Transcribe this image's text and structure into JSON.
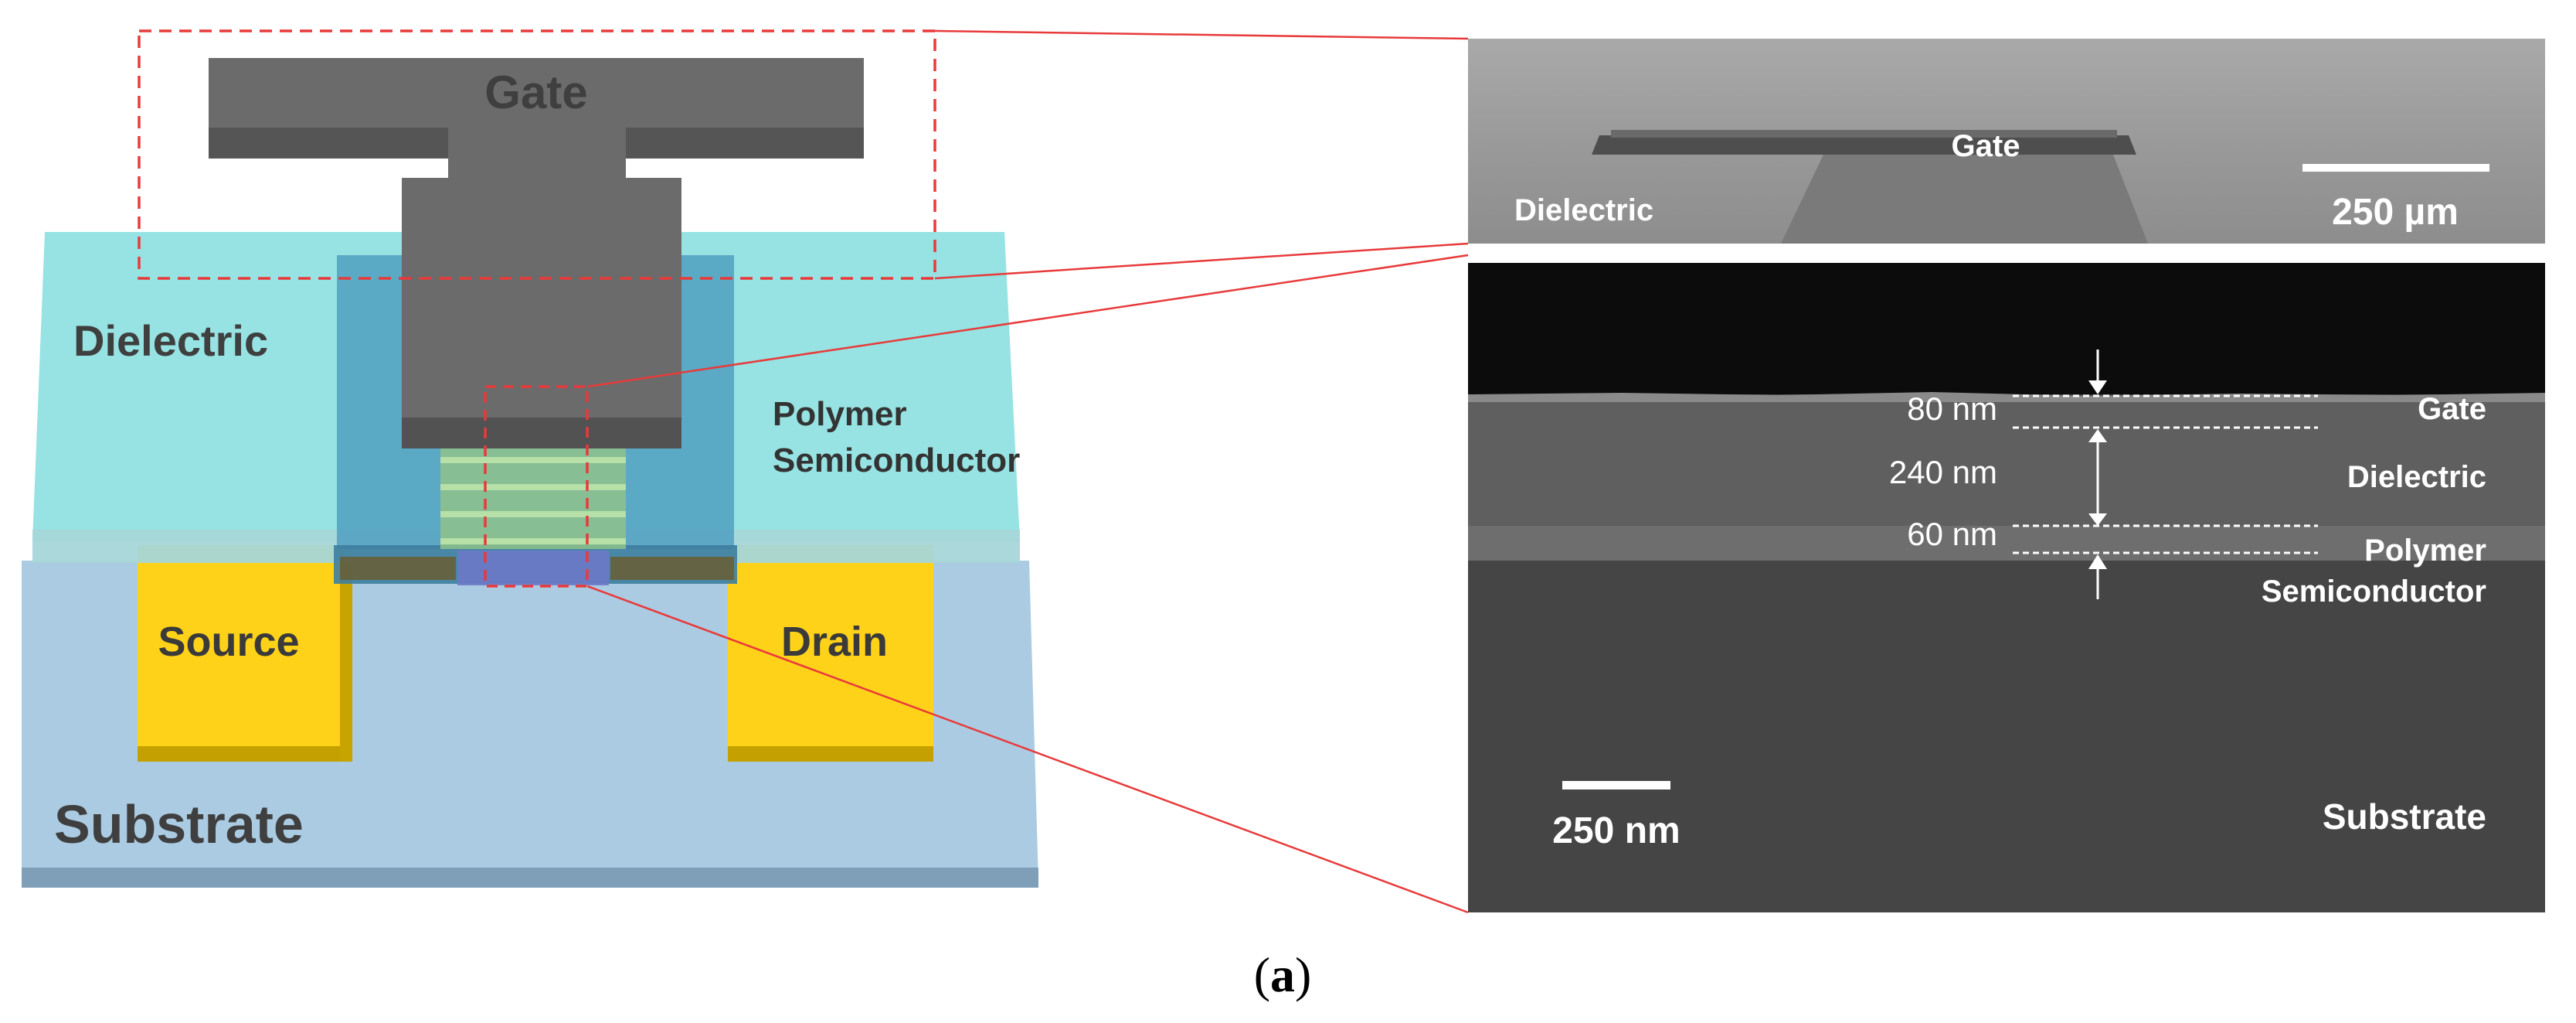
{
  "schematic": {
    "gate_label": "Gate",
    "dielectric_label": "Dielectric",
    "polymer_label_line1": "Polymer",
    "polymer_label_line2": "Semiconductor",
    "source_label": "Source",
    "drain_label": "Drain",
    "substrate_label": "Substrate"
  },
  "sem_top": {
    "gate_label": "Gate",
    "dielectric_label": "Dielectric",
    "scale_label": "250 µm"
  },
  "sem_cross_section": {
    "layers": [
      {
        "thickness": "80 nm",
        "name": "Gate"
      },
      {
        "thickness": "240 nm",
        "name": "Dielectric"
      },
      {
        "thickness": "60 nm",
        "name_line1": "Polymer",
        "name_line2": "Semiconductor"
      }
    ],
    "substrate_label": "Substrate",
    "scale_label": "250 nm"
  },
  "caption": {
    "open": "(",
    "letter": "a",
    "close": ")"
  },
  "colors": {
    "gate": "#6b6b6b",
    "dielectric": "#8ee0e0",
    "polymer": "#4f9fc0",
    "electrode": "#ffd21a",
    "substrate": "#aacbe2",
    "callout": "#e83a3a"
  }
}
